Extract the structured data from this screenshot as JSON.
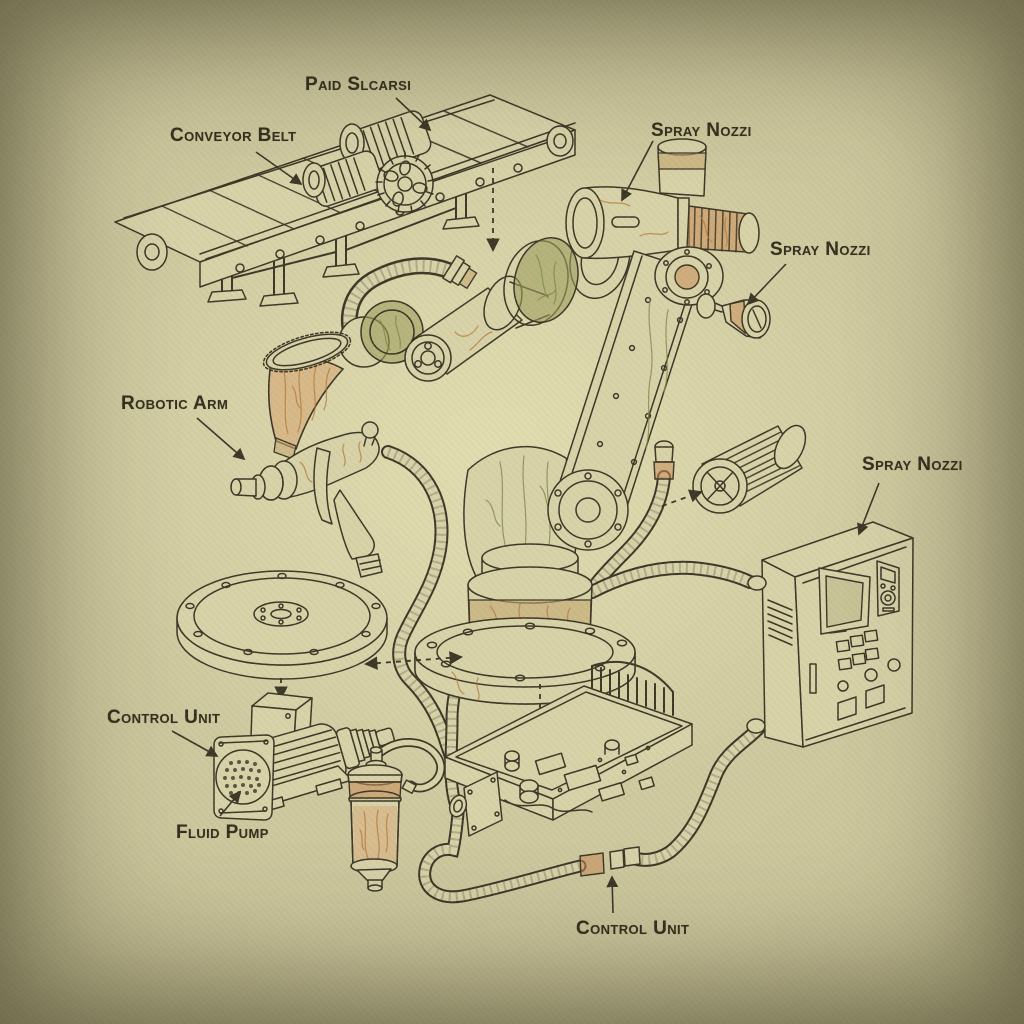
{
  "diagram": {
    "labels": {
      "paint_sprayer": "Paid Slcarsi",
      "conveyor_belt": "Conveyor Belt",
      "spray_nozzle_top": "Spray Nozzi",
      "spray_nozzle_mid": "Spray Nozzi",
      "spray_nozzle_panel": "Spray Nozzi",
      "robotic_arm": "Robotic Arm",
      "control_unit_left": "Control Unit",
      "fluid_pump": "Fluid Pump",
      "control_unit_bottom": "Control Unit"
    },
    "palette": {
      "paper_light": "#dcd6ae",
      "paper_mid": "#cfc9a0",
      "paper_dark": "#6f6b4b",
      "ink": "#3b3626",
      "rust": "#c98d55",
      "olive": "#9c9c5e",
      "tan": "#c3a96f"
    }
  }
}
